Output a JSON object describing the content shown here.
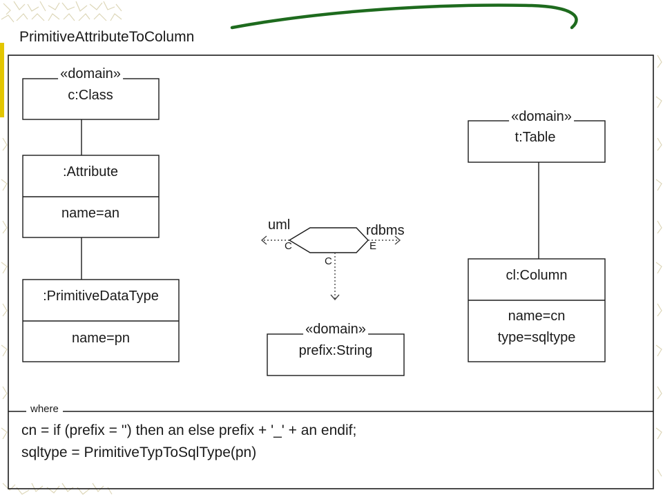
{
  "diagram": {
    "title": "PrimitiveAttributeToColumn",
    "stereotype": "«domain»",
    "left_domain": {
      "class_box": "c:Class",
      "attribute_box": {
        "name": ":Attribute",
        "property": "name=an"
      },
      "datatype_box": {
        "name": ":PrimitiveDataType",
        "property": "name=pn"
      }
    },
    "relation": {
      "left_label": "uml",
      "right_label": "rdbms",
      "left_marker": "C",
      "right_marker": "E",
      "bottom_marker": "C"
    },
    "prefix_domain": {
      "label": "prefix:String"
    },
    "right_domain": {
      "table_box": "t:Table",
      "column_box": {
        "name": "cl:Column",
        "properties": [
          "name=cn",
          "type=sqltype"
        ]
      }
    },
    "where": {
      "label": "where",
      "lines": [
        "cn = if (prefix = '') then an else prefix + '_' + an endif;",
        "sqltype = PrimitiveTypToSqlType(pn)"
      ]
    }
  },
  "colors": {
    "template_green": "#1e6b1e",
    "template_gold": "#e3c600",
    "line": "#1a1a1a",
    "dotted": "#444444"
  }
}
